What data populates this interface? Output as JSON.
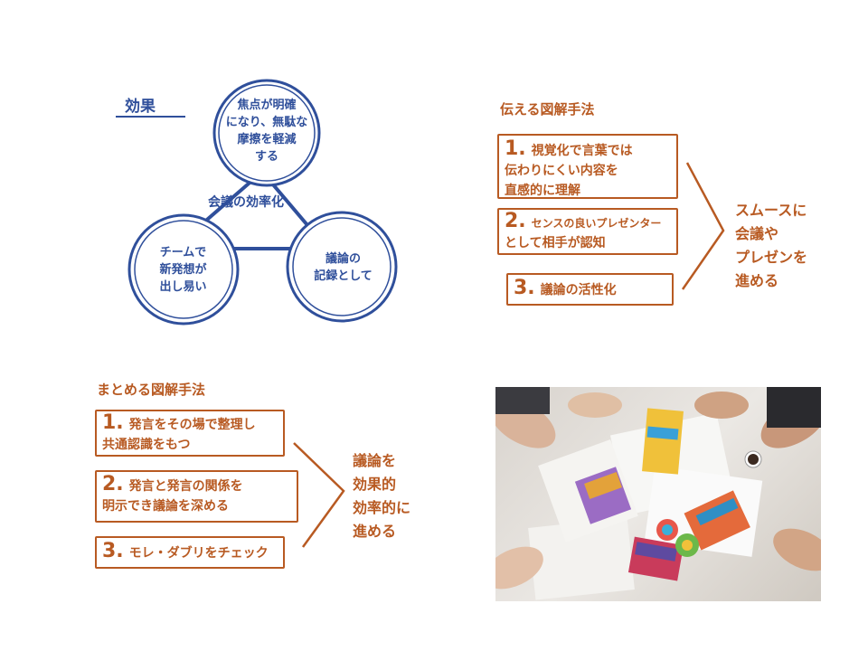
{
  "effect": {
    "title": "効果",
    "center_label": "会議の効率化",
    "circles": [
      {
        "lines": [
          "焦点が明確",
          "になり、無駄な",
          "摩擦を軽減",
          "する"
        ]
      },
      {
        "lines": [
          "チームで",
          "新発想が",
          "出し易い"
        ]
      },
      {
        "lines": [
          "議論の",
          "記録として"
        ]
      }
    ]
  },
  "convey": {
    "title": "伝える図解手法",
    "items": [
      {
        "num": "1.",
        "lines": [
          "視覚化で言葉では",
          "伝わりにくい内容を",
          "直感的に理解"
        ]
      },
      {
        "num": "2.",
        "lines": [
          "センスの良いプレゼンター",
          "として相手が認知"
        ]
      },
      {
        "num": "3.",
        "lines": [
          "議論の活性化"
        ]
      }
    ],
    "result_lines": [
      "スムースに",
      "会議や",
      "プレゼンを",
      "進める"
    ]
  },
  "summary": {
    "title": "まとめる図解手法",
    "items": [
      {
        "num": "1.",
        "lines": [
          "発言をその場で整理し",
          "共通認識をもつ"
        ]
      },
      {
        "num": "2.",
        "lines": [
          "発言と発言の関係を",
          "明示でき議論を深める"
        ]
      },
      {
        "num": "3.",
        "lines": [
          "モレ・ダブリをチェック"
        ]
      }
    ],
    "result_lines": [
      "議論を",
      "効果的",
      "効率的に",
      "進める"
    ]
  },
  "colors": {
    "blue": "#2f4f9b",
    "orange": "#b85a22"
  }
}
